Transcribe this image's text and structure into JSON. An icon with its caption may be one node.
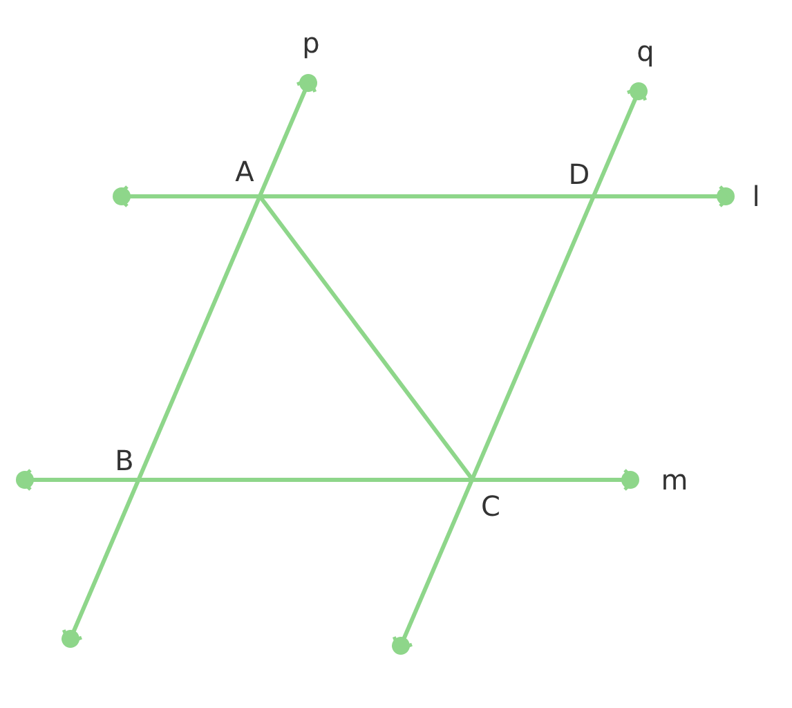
{
  "diagram": {
    "labels": [
      "p",
      "q",
      "A",
      "D",
      "l",
      "B",
      "m",
      "C"
    ]
  }
}
